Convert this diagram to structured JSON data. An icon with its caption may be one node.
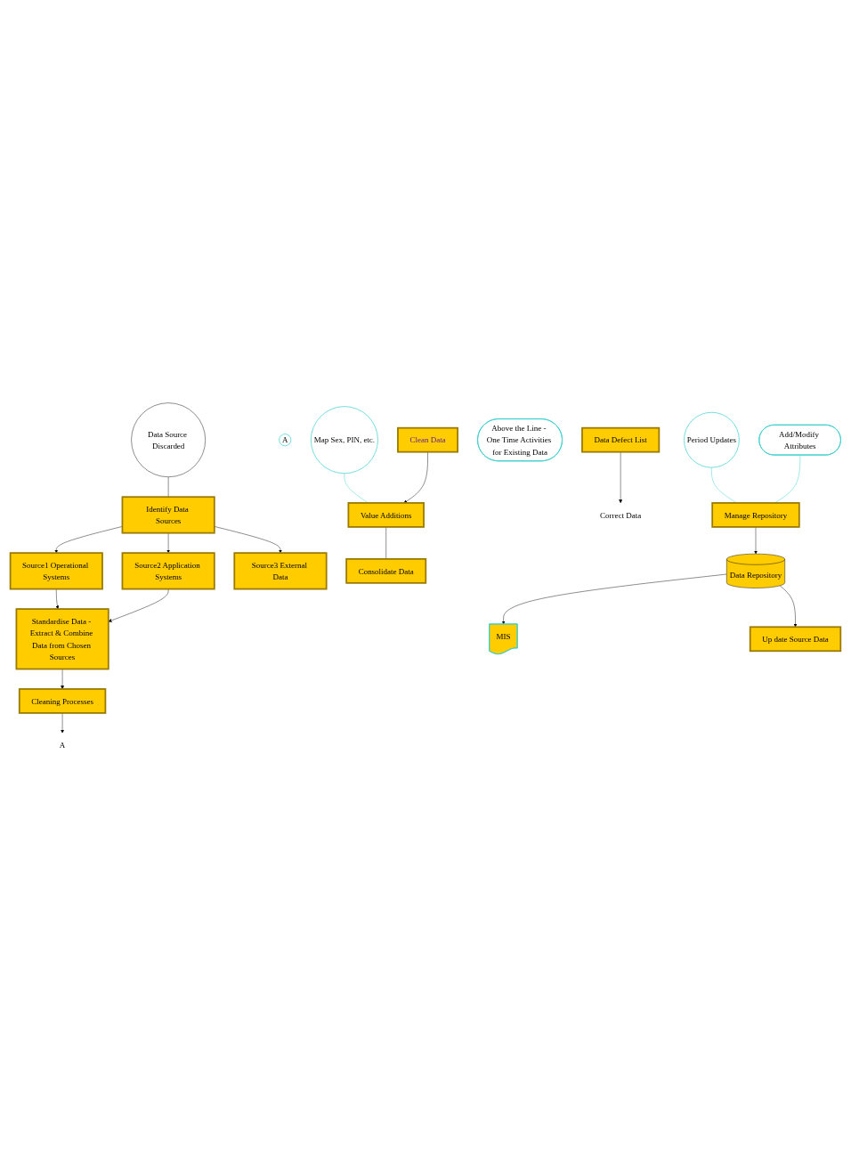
{
  "diagram": {
    "nodes": [
      {
        "text": [
          "Identify Data Sources"
        ]
      },
      {
        "text": [
          "Source1 Operational Systems"
        ]
      },
      {
        "text": [
          "Source2 Application Systems"
        ]
      },
      {
        "text": [
          "Source3 External Data"
        ]
      },
      {
        "text": [
          "Standardise Data - Extract & Combine Data from Chosen Sources"
        ]
      },
      {
        "text": [
          "Cleaning Processes"
        ]
      },
      {
        "text": [
          "Data Source Discarded"
        ]
      },
      {
        "text": [
          "A"
        ]
      },
      {
        "text": [
          "A"
        ]
      },
      {
        "text": [
          "Map Sex, PIN, etc."
        ]
      },
      {
        "text": [
          "Clean Data"
        ]
      },
      {
        "text": [
          "Value Additions"
        ]
      },
      {
        "text": [
          "Consolidate Data"
        ]
      },
      {
        "text": [
          "Above the Line - One Time Activities for Existing Data"
        ]
      },
      {
        "text": [
          "Correct Data"
        ]
      },
      {
        "text": [
          "Data Defect List"
        ]
      },
      {
        "text": [
          "Period Updates"
        ]
      },
      {
        "text": [
          "Add/Modify Attributes"
        ]
      },
      {
        "text": [
          "MIS"
        ]
      },
      {
        "text": [
          "Data Repository"
        ]
      },
      {
        "text": [
          "Manage Repository"
        ]
      },
      {
        "text": [
          "Up date Source Data"
        ]
      }
    ],
    "edges": [
      {
        "from": 0,
        "to": 1,
        "arrow": "to"
      },
      {
        "from": 0,
        "to": 2,
        "arrow": "to"
      },
      {
        "from": 0,
        "to": 3,
        "arrow": "to"
      },
      {
        "from": 1,
        "to": 4,
        "arrow": "to"
      },
      {
        "from": 2,
        "to": 4,
        "arrow": "to"
      },
      {
        "from": 4,
        "to": 5,
        "arrow": "to"
      },
      {
        "from": 5,
        "to": 7,
        "arrow": "to"
      },
      {
        "from": 6,
        "to": 0,
        "arrow": "none"
      },
      {
        "from": 9,
        "to": 11,
        "arrow": "none",
        "color": "#33cccc"
      },
      {
        "from": 10,
        "to": 11,
        "arrow": "to"
      },
      {
        "from": 11,
        "to": 12,
        "arrow": "none"
      },
      {
        "from": 15,
        "to": 14,
        "arrow": "to"
      },
      {
        "from": 16,
        "to": 20,
        "arrow": "none",
        "color": "#33cccc"
      },
      {
        "from": 17,
        "to": 20,
        "arrow": "none",
        "color": "#33cccc"
      },
      {
        "from": 19,
        "to": 18,
        "arrow": "to"
      },
      {
        "from": 20,
        "to": 19,
        "arrow": "to"
      },
      {
        "from": 19,
        "to": 21,
        "arrow": "to"
      }
    ]
  }
}
